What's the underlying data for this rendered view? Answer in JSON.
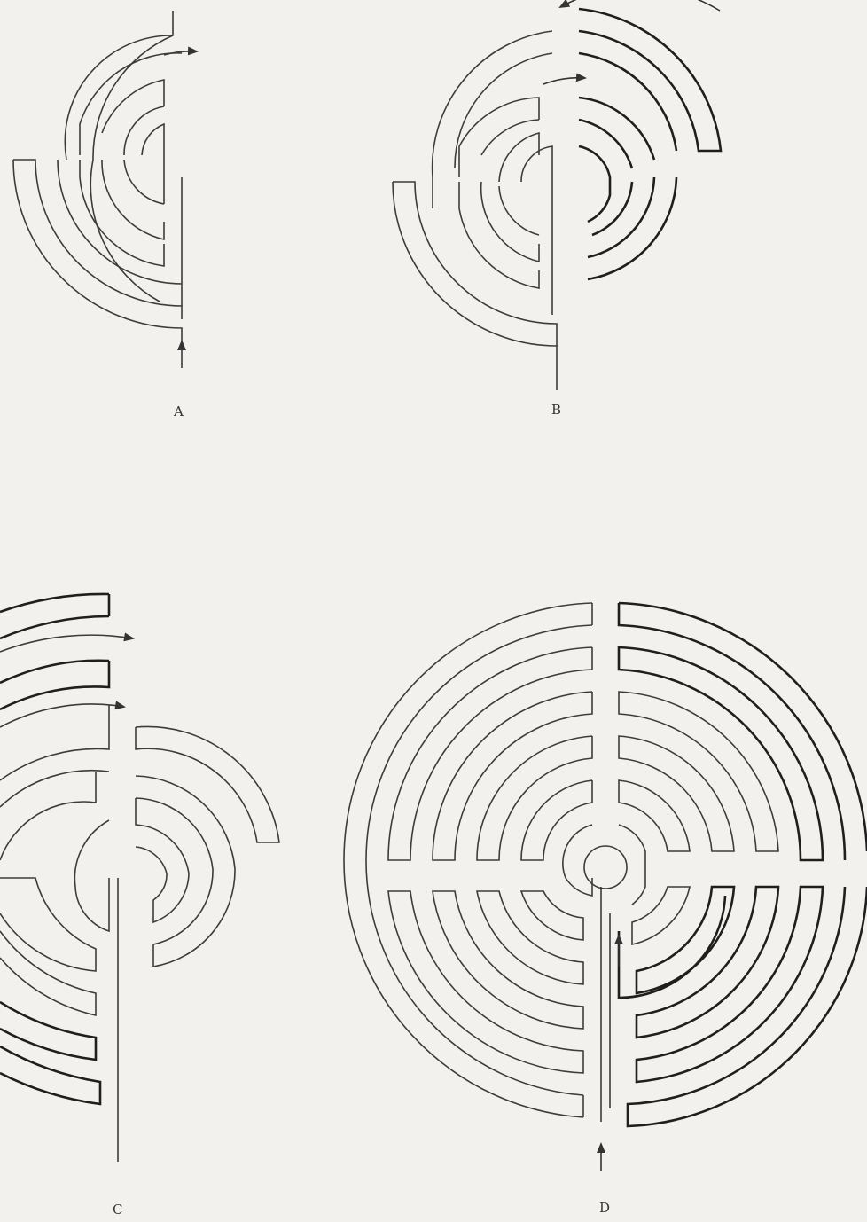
{
  "figure": {
    "panels": [
      {
        "id": "A",
        "label": "A"
      },
      {
        "id": "B",
        "label": "B"
      },
      {
        "id": "C",
        "label": "C"
      },
      {
        "id": "D",
        "label": "D"
      }
    ]
  },
  "colors": {
    "background": "#f2f1ed",
    "line": "#3c3c3c",
    "line_heavy": "#1f1f1f",
    "label": "#333333"
  }
}
